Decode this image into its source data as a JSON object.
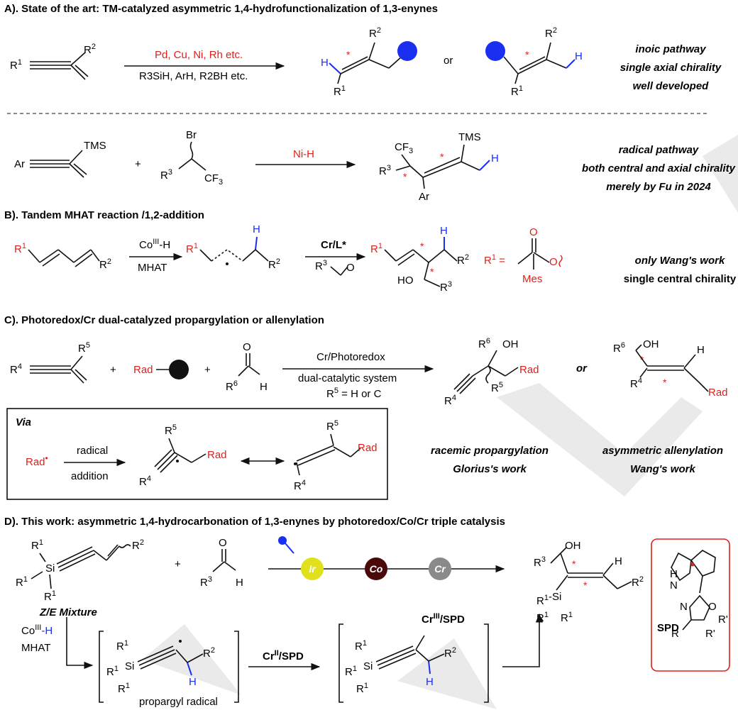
{
  "sectionA": {
    "title": "A). State of the art: TM-catalyzed asymmetric 1,4-hydrofunctionalization of 1,3-enynes",
    "catalysts": "Pd, Cu, Ni, Rh etc.",
    "reagents": "R3SiH, ArH, R2BH etc.",
    "or": "or",
    "notes": [
      "inoic pathway",
      "single axial chirality",
      "well developed"
    ],
    "radical_catalyst": "Ni-H",
    "radical_notes": [
      "radical pathway",
      "both central and axial chirality",
      "merely by Fu in 2024"
    ]
  },
  "sectionB": {
    "title": "B). Tandem MHAT reaction /1,2-addition",
    "reagent1": "Co-H",
    "reagent1_label": "MHAT",
    "reagent2": "Cr/L*",
    "r1_def": "R1 =",
    "mes": "Mes",
    "notes": [
      "only Wang's work",
      "single central chirality"
    ]
  },
  "sectionC": {
    "title": "C). Photoredox/Cr dual-catalyzed propargylation or allenylation",
    "rad": "Rad",
    "cond1": "Cr/Photoredox",
    "cond2": "dual-catalytic system",
    "cond3": "R5 = H or C",
    "or": "or",
    "via": "Via",
    "radical": "radical",
    "addition": "addition",
    "notes_left": [
      "racemic propargylation",
      "Glorius's work"
    ],
    "notes_right": [
      "asymmetric allenylation",
      "Wang's work"
    ]
  },
  "sectionD": {
    "title": "D). This work: asymmetric 1,4-hydrocarbonation of 1,3-enynes by photoredox/Co/Cr triple catalysis",
    "mixture": "Z/E Mixture",
    "cat_ir": "Ir",
    "cat_co": "Co",
    "cat_cr": "Cr",
    "mhat_h": "Co-H",
    "mhat": "MHAT",
    "cr_spd": "Cr/SPD",
    "cr3_spd": "Cr/SPD",
    "propargyl": "propargyl radical",
    "spd": "SPD",
    "colors": {
      "ir": "#e0e01c",
      "co": "#4a0a0a",
      "cr": "#8a8a8a",
      "box": "#e0201b"
    }
  }
}
